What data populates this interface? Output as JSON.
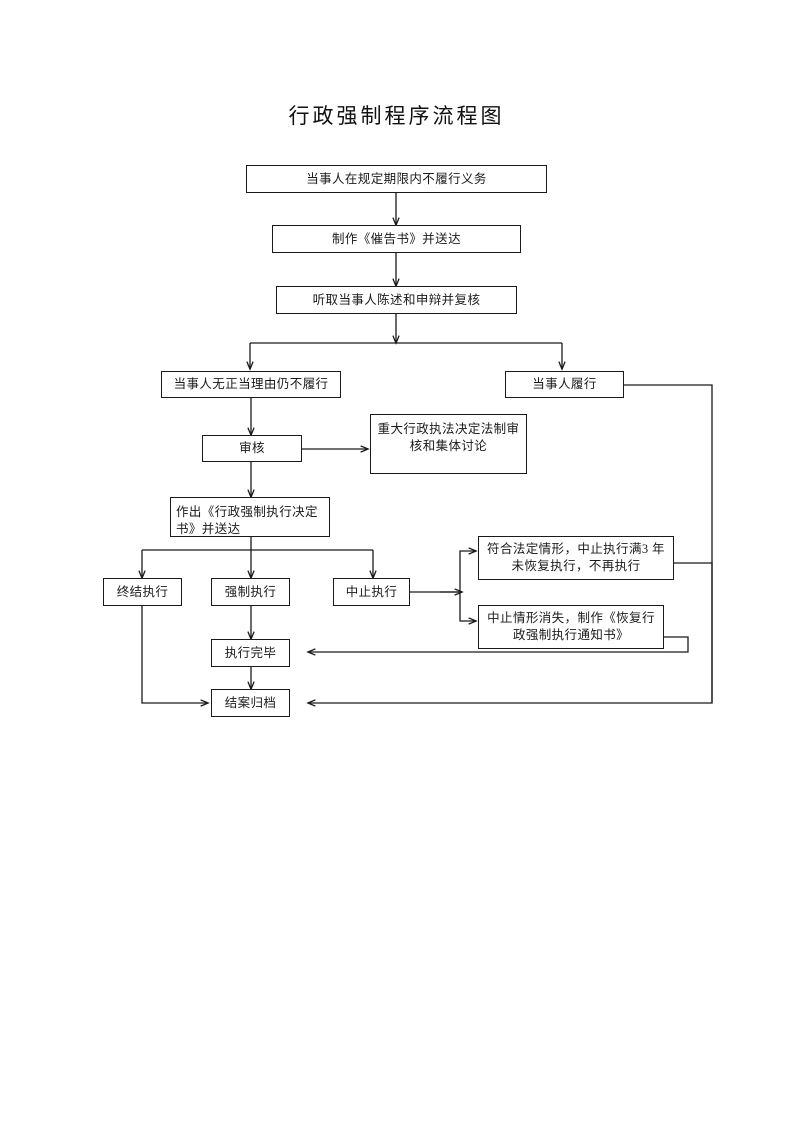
{
  "document": {
    "title": "行政强制程序流程图"
  },
  "flowchart": {
    "type": "flowchart",
    "orientation": "top-down",
    "nodes": [
      {
        "id": "n1",
        "label": "当事人在规定期限内不履行义务"
      },
      {
        "id": "n2",
        "label": "制作《催告书》并送达"
      },
      {
        "id": "n3",
        "label": "听取当事人陈述和申辩并复核"
      },
      {
        "id": "n4",
        "label": "当事人无正当理由仍不履行"
      },
      {
        "id": "n5",
        "label": "当事人履行"
      },
      {
        "id": "n6",
        "label": "审核"
      },
      {
        "id": "n7",
        "label": "重大行政执法决定法制审核和集体讨论"
      },
      {
        "id": "n8",
        "label": "作出《行政强制执行决定书》并送达"
      },
      {
        "id": "n9",
        "label": "终结执行"
      },
      {
        "id": "n10",
        "label": "强制执行"
      },
      {
        "id": "n11",
        "label": "中止执行"
      },
      {
        "id": "n12",
        "label": "符合法定情形，中止执行满3 年未恢复执行，不再执行"
      },
      {
        "id": "n13",
        "label": "中止情形消失，制作《恢复行政强制执行通知书》"
      },
      {
        "id": "n14",
        "label": "执行完毕"
      },
      {
        "id": "n15",
        "label": "结案归档"
      }
    ],
    "edges": [
      {
        "from": "n1",
        "to": "n2"
      },
      {
        "from": "n2",
        "to": "n3"
      },
      {
        "from": "n3",
        "to": "n4"
      },
      {
        "from": "n3",
        "to": "n5"
      },
      {
        "from": "n4",
        "to": "n6"
      },
      {
        "from": "n6",
        "to": "n7"
      },
      {
        "from": "n6",
        "to": "n8"
      },
      {
        "from": "n8",
        "to": "n9"
      },
      {
        "from": "n8",
        "to": "n10"
      },
      {
        "from": "n8",
        "to": "n11"
      },
      {
        "from": "n11",
        "to": "n12"
      },
      {
        "from": "n11",
        "to": "n13"
      },
      {
        "from": "n10",
        "to": "n14"
      },
      {
        "from": "n13",
        "to": "n14"
      },
      {
        "from": "n14",
        "to": "n15"
      },
      {
        "from": "n9",
        "to": "n15"
      },
      {
        "from": "n12",
        "to": "n15"
      },
      {
        "from": "n5",
        "to": "n15"
      }
    ]
  }
}
